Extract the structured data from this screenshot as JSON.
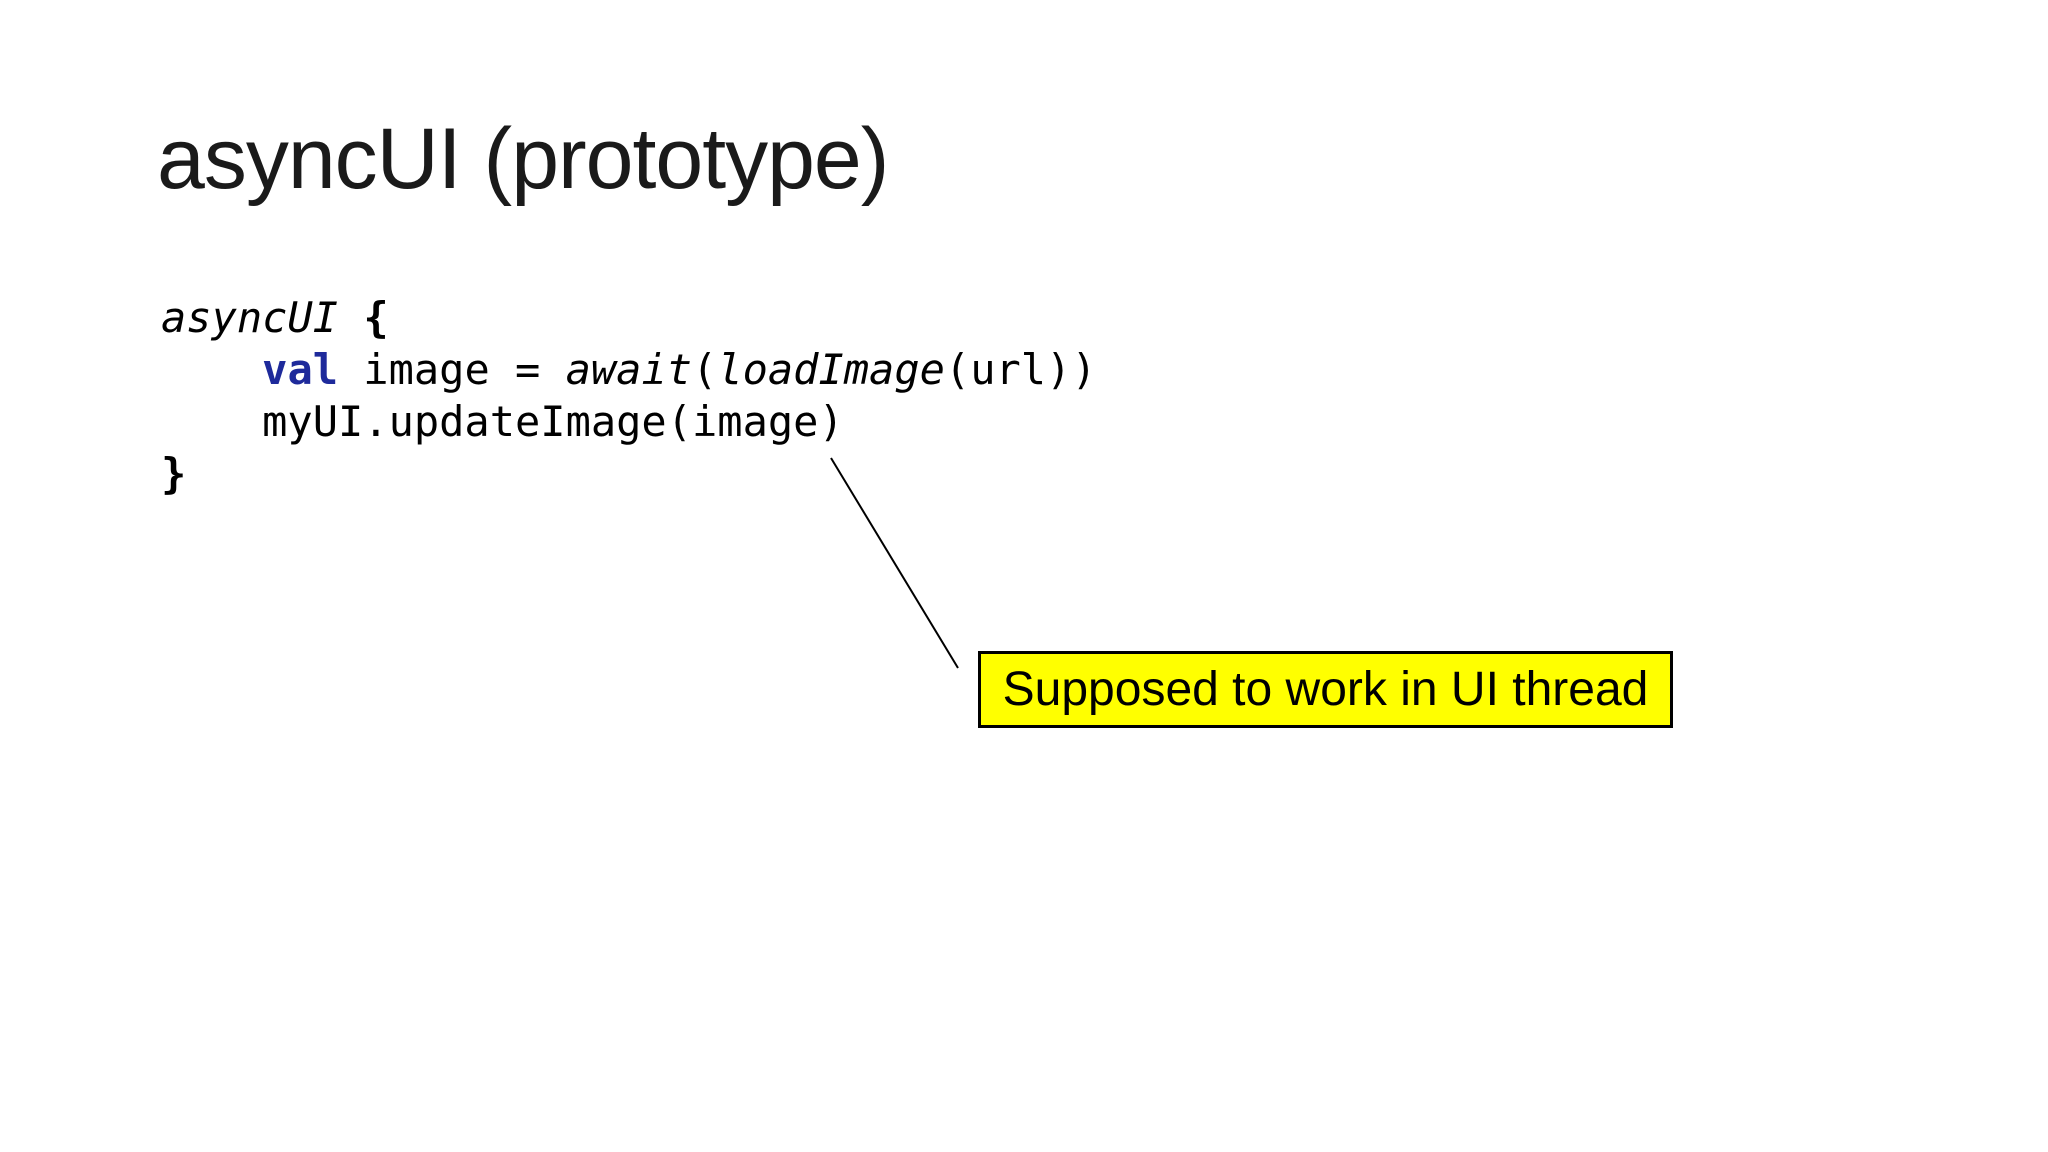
{
  "slide": {
    "title": "asyncUI (prototype)",
    "background_color": "#ffffff",
    "title_color": "#1a1a1a"
  },
  "code": {
    "text_color": "#000000",
    "keyword_color": "#1e2a9b",
    "lines": [
      {
        "segments": [
          {
            "t": "asyncUI",
            "s": "fn"
          },
          {
            "t": " ",
            "s": "p"
          },
          {
            "t": "{",
            "s": "b"
          }
        ]
      },
      {
        "segments": [
          {
            "t": "    ",
            "s": "p"
          },
          {
            "t": "val",
            "s": "kw"
          },
          {
            "t": " image = ",
            "s": "p"
          },
          {
            "t": "await",
            "s": "fn"
          },
          {
            "t": "(",
            "s": "p"
          },
          {
            "t": "loadImage",
            "s": "fn"
          },
          {
            "t": "(url))",
            "s": "p"
          }
        ]
      },
      {
        "segments": [
          {
            "t": "    myUI.updateImage(image)",
            "s": "p"
          }
        ]
      },
      {
        "segments": [
          {
            "t": "}",
            "s": "b"
          }
        ]
      }
    ]
  },
  "callout": {
    "text": "Supposed to work in UI thread",
    "background_color": "#ffff00",
    "border_color": "#000000",
    "text_color": "#000000"
  }
}
